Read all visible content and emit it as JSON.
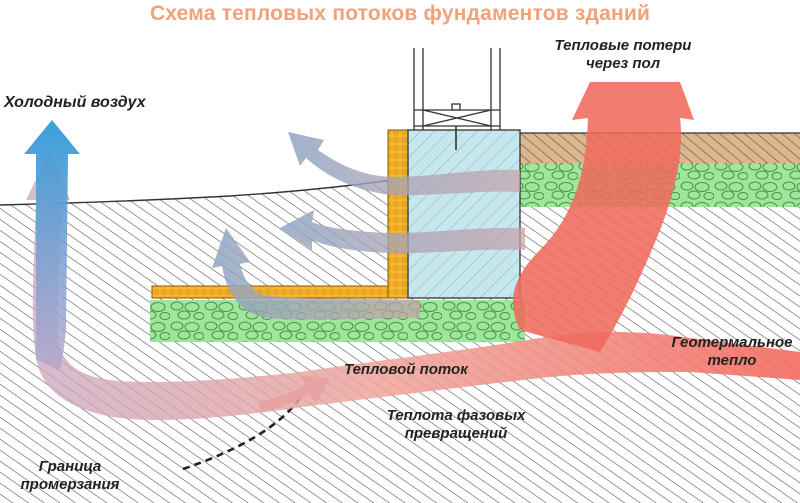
{
  "title": "Схема тепловых потоков фундаментов зданий",
  "labels": {
    "cold_air": "Холодный воздух",
    "floor_loss": "Тепловые потери\nчерез пол",
    "geothermal": "Геотермальное\nтепло",
    "heat_flow": "Тепловой поток",
    "phase_heat": "Теплота фазовых\nпревращений",
    "freeze_line": "Граница\nпромерзания"
  },
  "colors": {
    "title": "#f2a27a",
    "cold_arrow": "#4aa3d8",
    "warm_arrow": "#f07c6c",
    "insulation": "#f2b233",
    "gravel": "#8fe08a",
    "concrete": "#bfe3ea",
    "soil_hatch": "#555555",
    "floor_soil": "#c9a27a"
  }
}
